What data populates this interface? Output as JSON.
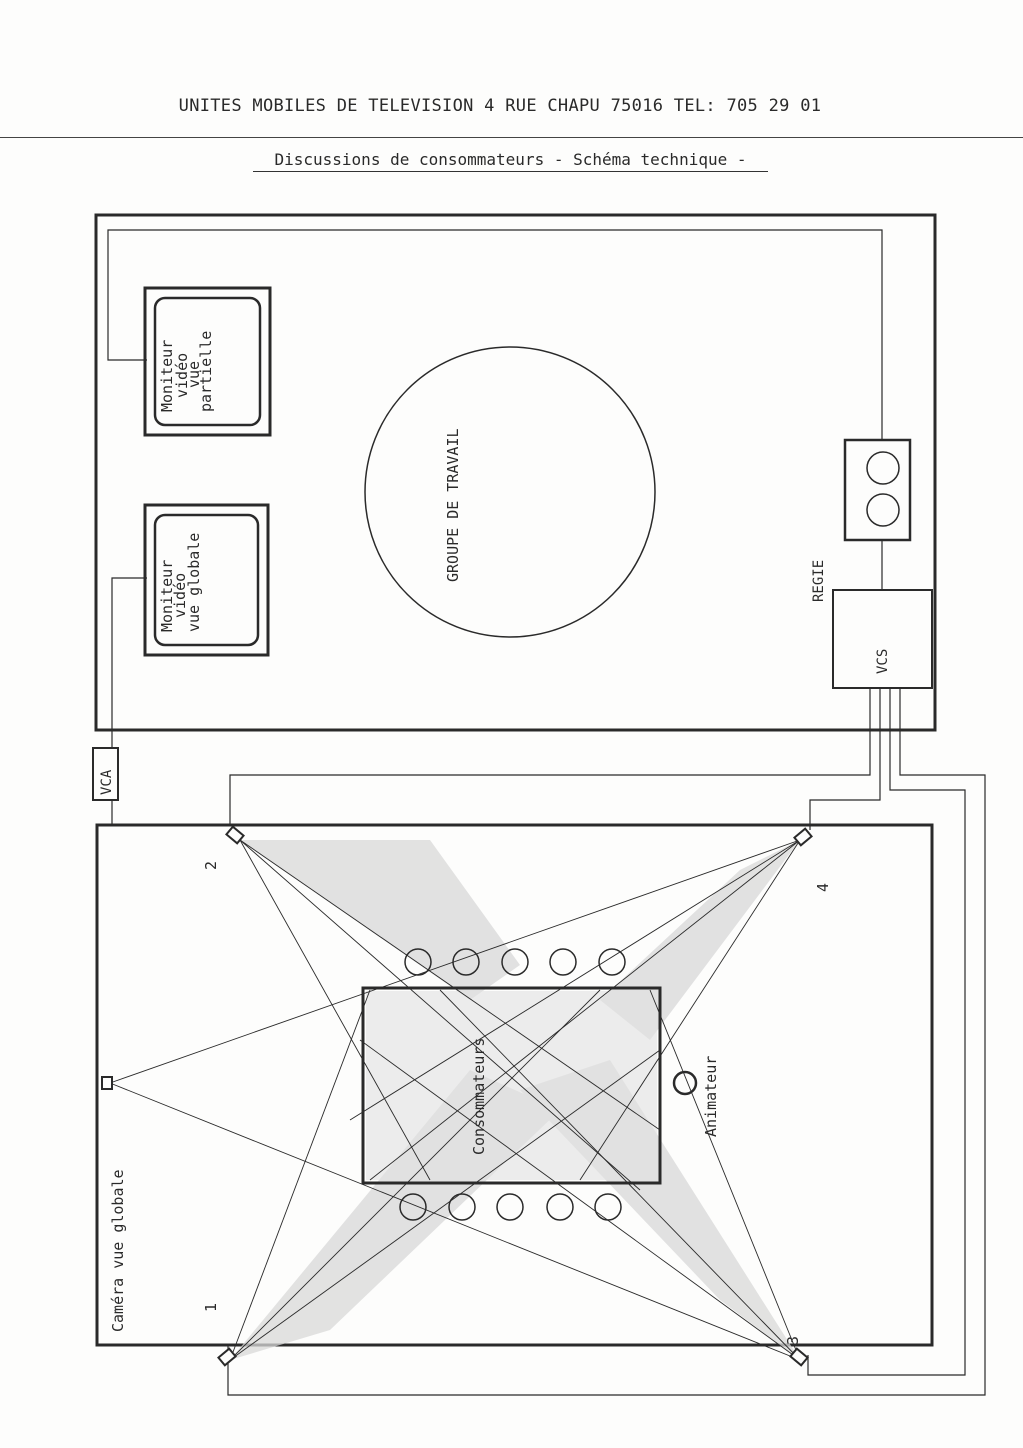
{
  "header": {
    "letterhead": "UNITES MOBILES DE TELEVISION  4 RUE CHAPU 75016  TEL: 705 29 01"
  },
  "title": "Discussions de consommateurs - Schéma technique -",
  "control_room": {
    "monitor_partial": [
      "Moniteur",
      "vidéo",
      "vue",
      "partielle"
    ],
    "monitor_global": [
      "Moniteur",
      "vidéo",
      "vue globale"
    ],
    "work_group": "GROUPE DE TRAVAIL",
    "regie": "REGIE",
    "vcs": "VCS"
  },
  "vca": "VCA",
  "studio": {
    "table_label": "Consommateurs",
    "moderator": "Animateur",
    "global_camera": "Caméra vue globale",
    "cameras": [
      "1",
      "2",
      "3",
      "4"
    ]
  },
  "colors": {
    "ink": "#2a2a2a",
    "shade": "#d8d8d8"
  }
}
